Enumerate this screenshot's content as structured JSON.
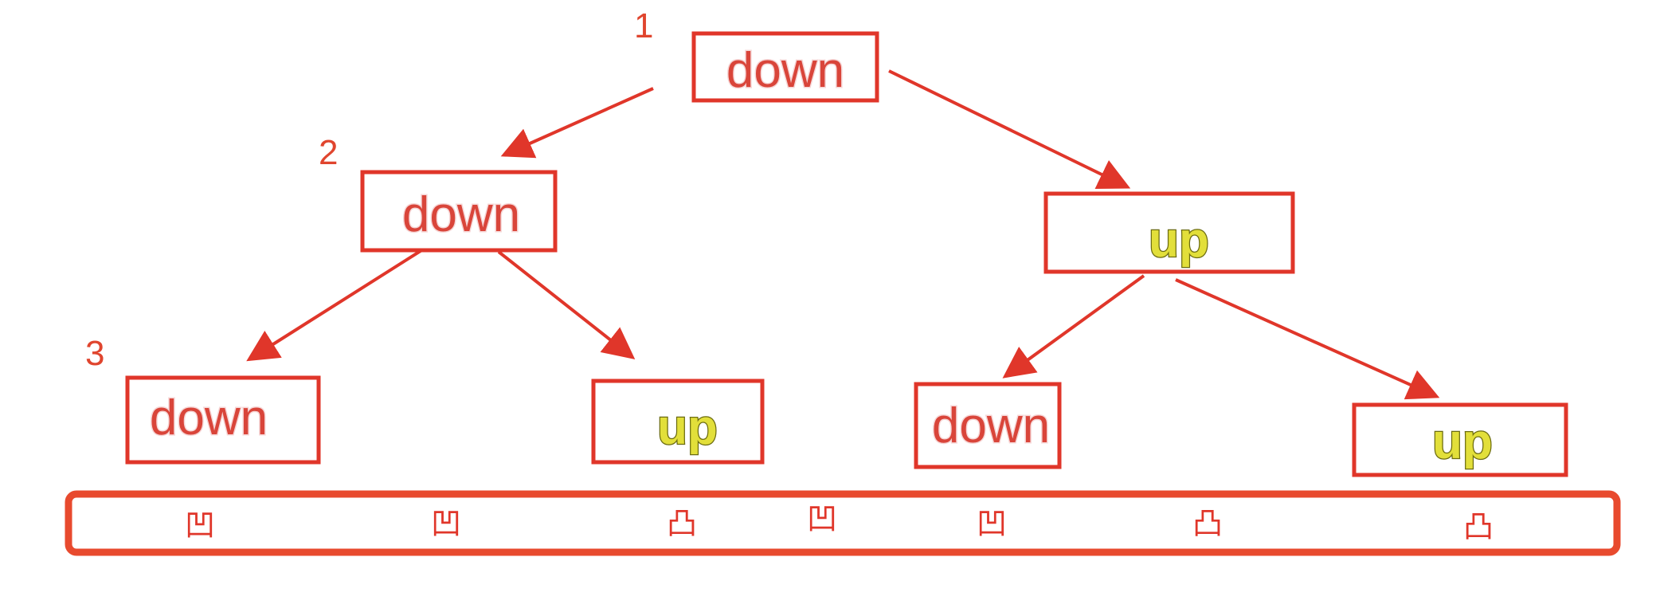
{
  "levels": [
    "1",
    "2",
    "3"
  ],
  "nodes": {
    "root": {
      "label": "down",
      "kind": "down"
    },
    "l2_left": {
      "label": "down",
      "kind": "down"
    },
    "l2_right": {
      "label": "up",
      "kind": "up"
    },
    "l3_1": {
      "label": "down",
      "kind": "down"
    },
    "l3_2": {
      "label": "up",
      "kind": "up"
    },
    "l3_3": {
      "label": "down",
      "kind": "down"
    },
    "l3_4": {
      "label": "up",
      "kind": "up"
    }
  },
  "colors": {
    "accent": "#e0362a",
    "up_text": "#e2df3a",
    "down_text": "#d9453a"
  },
  "fold_sequence": [
    "凹",
    "凹",
    "凸",
    "凹",
    "凹",
    "凸",
    "凸"
  ]
}
